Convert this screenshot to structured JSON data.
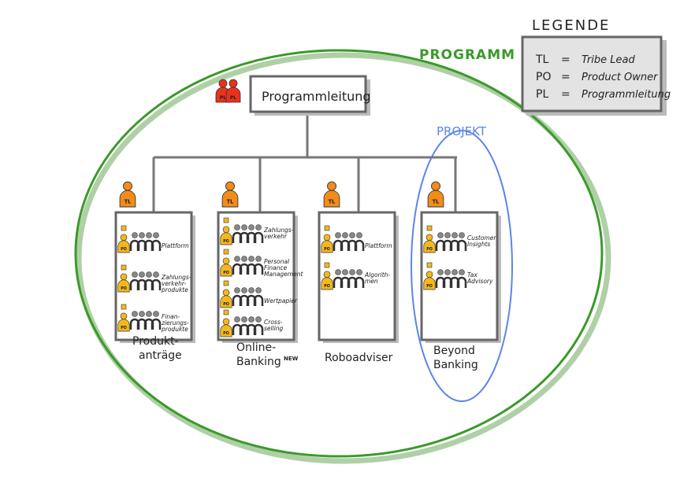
{
  "program_label": "PROGRAMM",
  "project_label": "PROJEKT",
  "legend": {
    "title": "LEGENDE",
    "entries": [
      {
        "abbr": "TL",
        "eq": "=",
        "meaning": "Tribe Lead"
      },
      {
        "abbr": "PO",
        "eq": "=",
        "meaning": "Product Owner"
      },
      {
        "abbr": "PL",
        "eq": "=",
        "meaning": "Programmleitung"
      }
    ]
  },
  "program_lead": {
    "title": "Programmleitung",
    "badge": "PL"
  },
  "tribe_lead_badge": "TL",
  "po_badge": "PO",
  "tribes": [
    {
      "name_lines": [
        "Produkt-",
        "anträge"
      ],
      "sup": "",
      "teams": [
        [
          "Plattform"
        ],
        [
          "Zahlungs-",
          "verkehr-",
          "produkte"
        ],
        [
          "Finan-",
          "zierungs-",
          "produkte"
        ]
      ]
    },
    {
      "name_lines": [
        "Online-",
        "Banking"
      ],
      "sup": "NEW",
      "teams": [
        [
          "Zahlungs-",
          "verkehr"
        ],
        [
          "Personal",
          "Finance",
          "Management"
        ],
        [
          "Wertpapier"
        ],
        [
          "Cross-",
          "selling"
        ]
      ]
    },
    {
      "name_lines": [
        "Roboadviser"
      ],
      "sup": "",
      "teams": [
        [
          "Plattform"
        ],
        [
          "Algorith-",
          "men"
        ]
      ]
    },
    {
      "name_lines": [
        "Beyond",
        "Banking"
      ],
      "sup": "",
      "teams": [
        [
          "Customer",
          "Insights"
        ],
        [
          "Tax",
          "Advisory"
        ]
      ]
    }
  ],
  "colors": {
    "program": "#3a9a2a",
    "project": "#5b86e8",
    "lead": "#e8321e",
    "tribe_lead": "#f28c1a",
    "po": "#f5b81c",
    "member": "#888888"
  }
}
